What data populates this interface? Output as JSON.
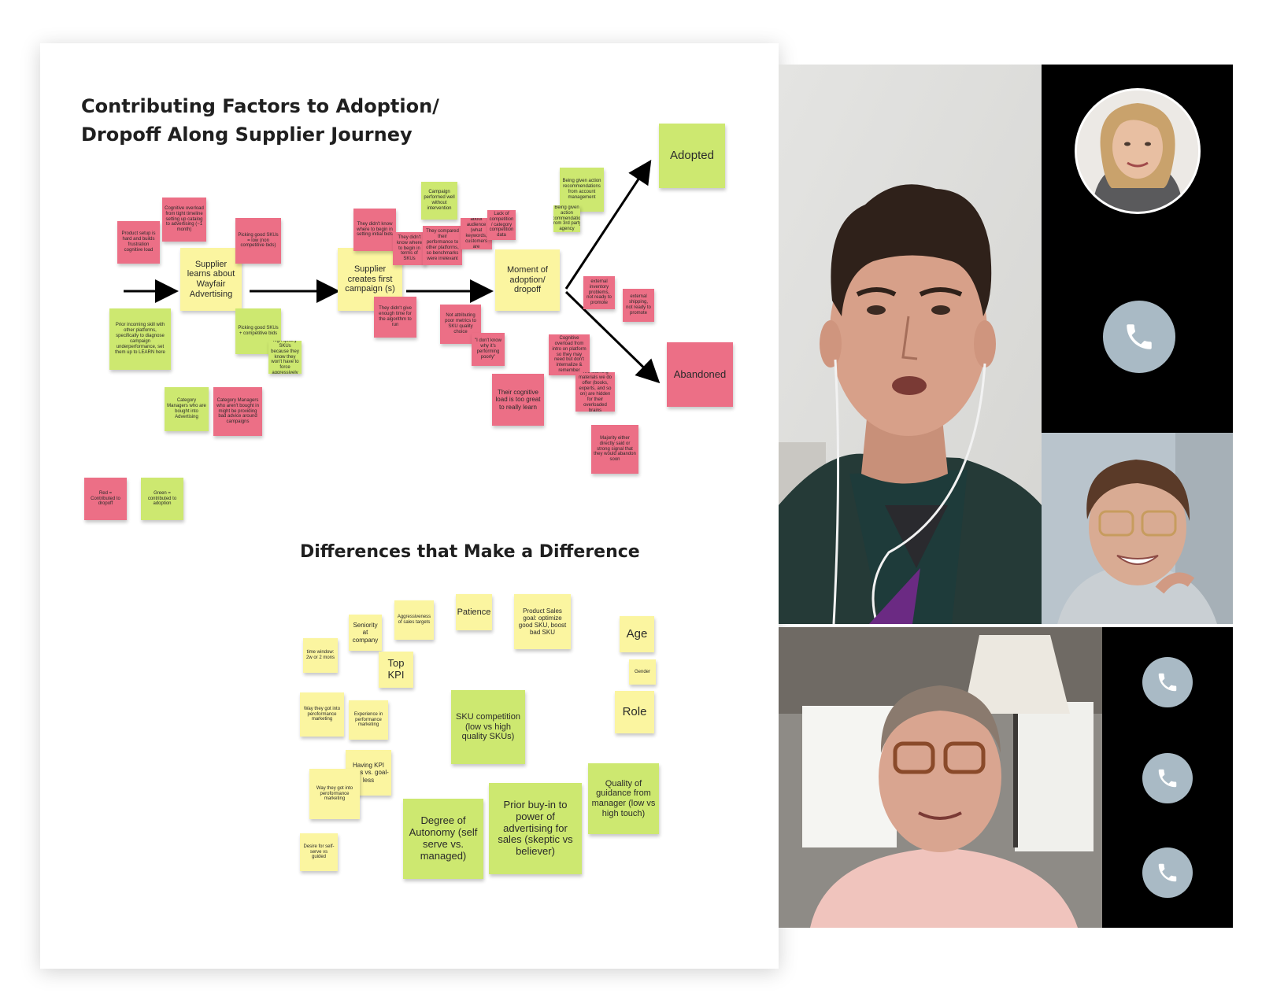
{
  "board": {
    "title_line1": "Contributing Factors to Adoption/",
    "title_line2": "Dropoff Along Supplier Journey",
    "section2_title": "Differences that Make a Difference",
    "journey": {
      "stage1": "Supplier learns about Wayfair Advertising",
      "stage2": "Supplier creates first campaign (s)",
      "stage3": "Moment of adoption/ dropoff",
      "adopted": "Adopted",
      "abandoned": "Abandoned"
    },
    "notes": {
      "n1": "Product setup is hard and builds frustration cognitive load",
      "n2": "Cognitive overload from tight timeline setting up catalog to advertising (~1 month)",
      "n3": "Picking good SKUs = low (non competitive bids)",
      "n4": "Prior incoming skill with other platforms, specifically to diagnose campaign underperformance, set them up to LEARN here",
      "n5": "Picking good SKUs + competitive bids",
      "n6": "Sees value high quality SKUs because they know they won't have to force aggressively perform well",
      "n7": "Category Managers who are bought into Advertising",
      "n8": "Category Managers who aren't bought in might be providing bad advice around campaigns",
      "n9": "They didn't know where to begin in setting initial bids",
      "n10": "They didn't know where to begin in terms of SKUs",
      "n11": "Campaign performed well without intervention",
      "n12": "They compared their performance to other platforms, so benchmarks were irrelevant",
      "n13": "Not having enough data about audience (what keywords, customers are searching for)",
      "n14": "Lack of competition / category competition data",
      "n15": "They didn't give enough time for the algorithm to run",
      "n16": "Not attributing poor metrics to SKU quality choice",
      "n17": "\"I don't know why it's performing poorly\"",
      "n18": "Their cognitive load is too great to really learn",
      "n19": "Being given action recommendations from account management",
      "n20": "Being given action recommendations from 3rd party agency",
      "n21": "external inventory problems, not ready to promote",
      "n22": "external shipping, not ready to promote",
      "n23": "Cognitive overload from intro on platform so they may need but don't internalize & remember",
      "n24": "The learning materials we do offer (books, experts, and so on) are hidden for their overloaded brains",
      "n25": "Majority either directly said or strong signal that they would abandon soon"
    },
    "legend": {
      "red": "Red = Contributed to dropoff",
      "green": "Green = contributed to adoption"
    },
    "diff": {
      "d1": "time window: 2w or 2 mons",
      "d2": "Seniority at company",
      "d3": "Aggressiveness of sales targets",
      "d4": "Patience",
      "d5": "Product Sales goal: optimize good SKU, boost bad SKU",
      "d6": "Age",
      "d7": "Top KPI",
      "d8": "Gender",
      "d9": "Role",
      "d10": "Way they got into peroformance marketing",
      "d11": "Experience in performance marketing",
      "d12": "SKU competition (low vs high quality SKUs)",
      "d13": "Having KPI goals vs. goal-less",
      "d14": "Way they got into peroformance marketing",
      "d15": "Prior buy-in to power of advertising for sales (skeptic vs believer)",
      "d16": "Quality of guidance from manager (low vs high touch)",
      "d17": "Degree of Autonomy (self serve vs. managed)",
      "d18": "Desire for self-serve vs guided"
    }
  },
  "colors": {
    "red_note": "#ec6f86",
    "yellow_note": "#fbf5a0",
    "green_note": "#cde870",
    "call_button": "#a9bac5",
    "call_panel": "#000000"
  },
  "call": {
    "participants": [
      {
        "name": "participant-large",
        "video": "on"
      },
      {
        "name": "participant-avatar",
        "video": "off"
      },
      {
        "name": "participant-small",
        "video": "on"
      },
      {
        "name": "participant-bottom",
        "video": "on"
      }
    ],
    "icons": {
      "call": "phone-icon"
    }
  }
}
